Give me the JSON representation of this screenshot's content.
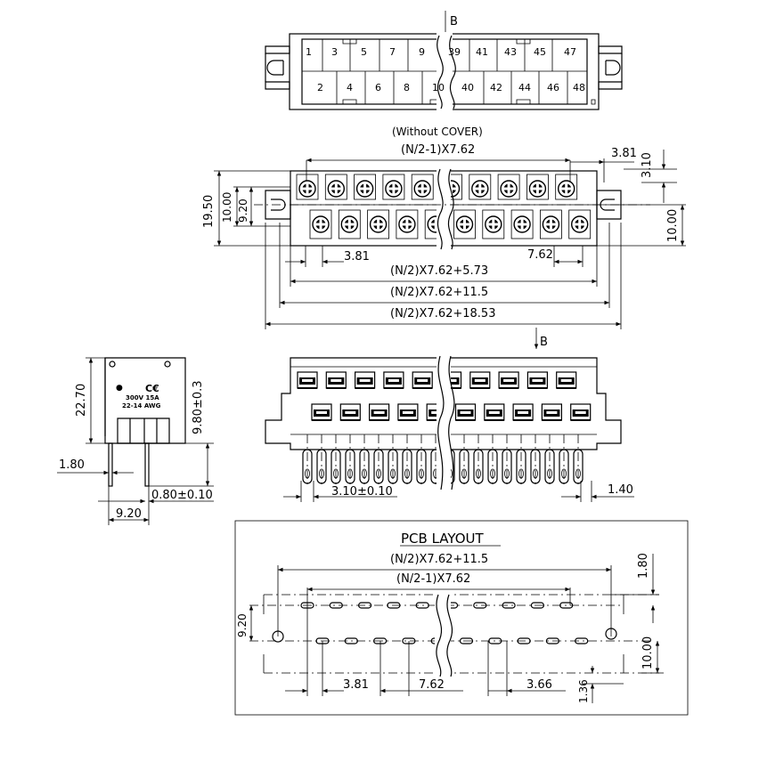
{
  "top_view": {
    "section_mark": "B",
    "top_pins": [
      "1",
      "3",
      "5",
      "7",
      "9",
      "39",
      "41",
      "43",
      "45",
      "47"
    ],
    "bottom_pins": [
      "2",
      "4",
      "6",
      "8",
      "10",
      "40",
      "42",
      "44",
      "46",
      "48"
    ]
  },
  "front_view": {
    "note": "(Without COVER)",
    "dims": {
      "top_span": "(N/2-1)X7.62",
      "right_offset": "3.81",
      "right_height": "3.10",
      "left_total": "19.50",
      "left_a": "10.00",
      "left_b": "9.20",
      "right_row": "10.00",
      "pitch_left": "3.81",
      "pitch_right": "7.62",
      "span1": "(N/2)X7.62+5.73",
      "span2": "(N/2)X7.62+11.5",
      "span3": "(N/2)X7.62+18.53"
    }
  },
  "side_view": {
    "label_line1": "300V 15A",
    "label_line2": "22-14 AWG",
    "mark_ce": "C€",
    "dims": {
      "height": "22.70",
      "body": "9.80±0.3",
      "pin_w": "1.80",
      "pin_thk": "0.80±0.10",
      "pin_pitch": "9.20"
    }
  },
  "bottom_view": {
    "section_mark": "B",
    "dims": {
      "pin_pitch": "3.10±0.10",
      "pin_dia": "1.40"
    }
  },
  "pcb_layout": {
    "title": "PCB LAYOUT",
    "dims": {
      "span_outer": "(N/2)X7.62+11.5",
      "span_inner": "(N/2-1)X7.62",
      "top_right": "1.80",
      "left_rows": "9.20",
      "right_rows": "10.00",
      "pitch_a": "3.81",
      "pitch_b": "7.62",
      "pitch_c": "3.66",
      "bottom_right": "1.36"
    }
  }
}
